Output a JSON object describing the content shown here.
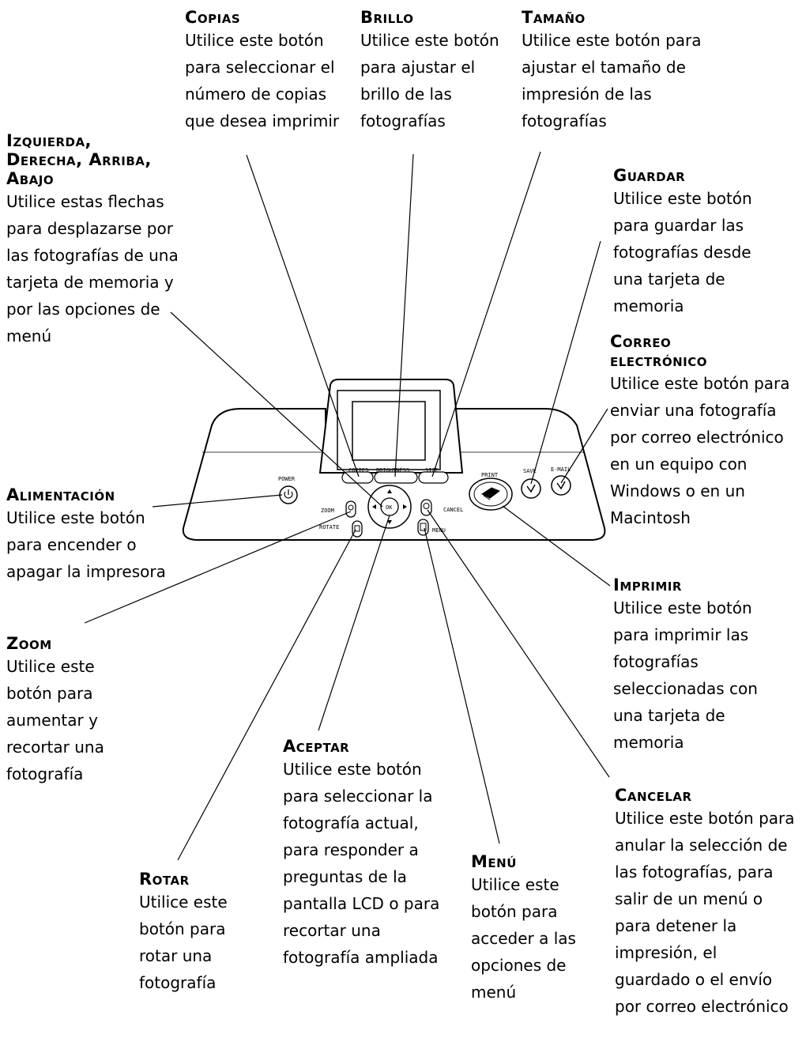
{
  "callouts": {
    "copias": {
      "title": "Copias",
      "desc": "Utilice este botón para seleccionar el número de copias que desea imprimir"
    },
    "brillo": {
      "title": "Brillo",
      "desc": "Utilice este botón para ajustar el brillo de las fotografías"
    },
    "tamano": {
      "title": "Tamaño",
      "desc": "Utilice este botón para ajustar el tamaño de impresión de las fotografías"
    },
    "flechas": {
      "title1": "Izquierda,",
      "title2": "Derecha, Arriba,",
      "title3": "Abajo",
      "desc": "Utilice estas flechas para desplazarse por las fotografías de una tarjeta de memoria y por las opciones de menú"
    },
    "guardar": {
      "title": "Guardar",
      "desc": "Utilice este botón para guardar las fotografías desde una tarjeta de memoria"
    },
    "correo": {
      "title1": "Correo",
      "title2": "electrónico",
      "desc": "Utilice este botón para enviar una fotografía por correo electrónico en un equipo con Windows o en un Macintosh"
    },
    "alimentacion": {
      "title": "Alimentación",
      "desc": "Utilice este botón para encender o apagar la impresora"
    },
    "imprimir": {
      "title": "Imprimir",
      "desc": "Utilice este botón para imprimir las fotografías seleccionadas con una tarjeta de memoria"
    },
    "zoom": {
      "title": "Zoom",
      "desc": "Utilice este botón para aumentar y recortar una fotografía"
    },
    "aceptar": {
      "title": "Aceptar",
      "desc": "Utilice este botón para seleccionar la fotografía actual, para responder a preguntas de la pantalla LCD o para recortar una fotografía ampliada"
    },
    "cancelar": {
      "title": "Cancelar",
      "desc": "Utilice este botón para anular la selección de las fotografías, para salir de un menú o para detener la impresión, el guardado o el envío por correo electrónico"
    },
    "rotar": {
      "title": "Rotar",
      "desc": "Utilice este botón para rotar una fotografía"
    },
    "menu": {
      "title": "Menú",
      "desc": "Utilice este botón para acceder a las opciones de menú"
    }
  },
  "panel_labels": {
    "power": "POWER",
    "zoom": "ZOOM",
    "rotate": "ROTATE",
    "copies": "COPIES",
    "brightness": "BRIGHTNESS",
    "size": "SIZE",
    "ok": "OK",
    "cancel": "CANCEL",
    "menu": "MENU",
    "print": "PRINT",
    "save": "SAVE",
    "email": "E-MAIL"
  }
}
